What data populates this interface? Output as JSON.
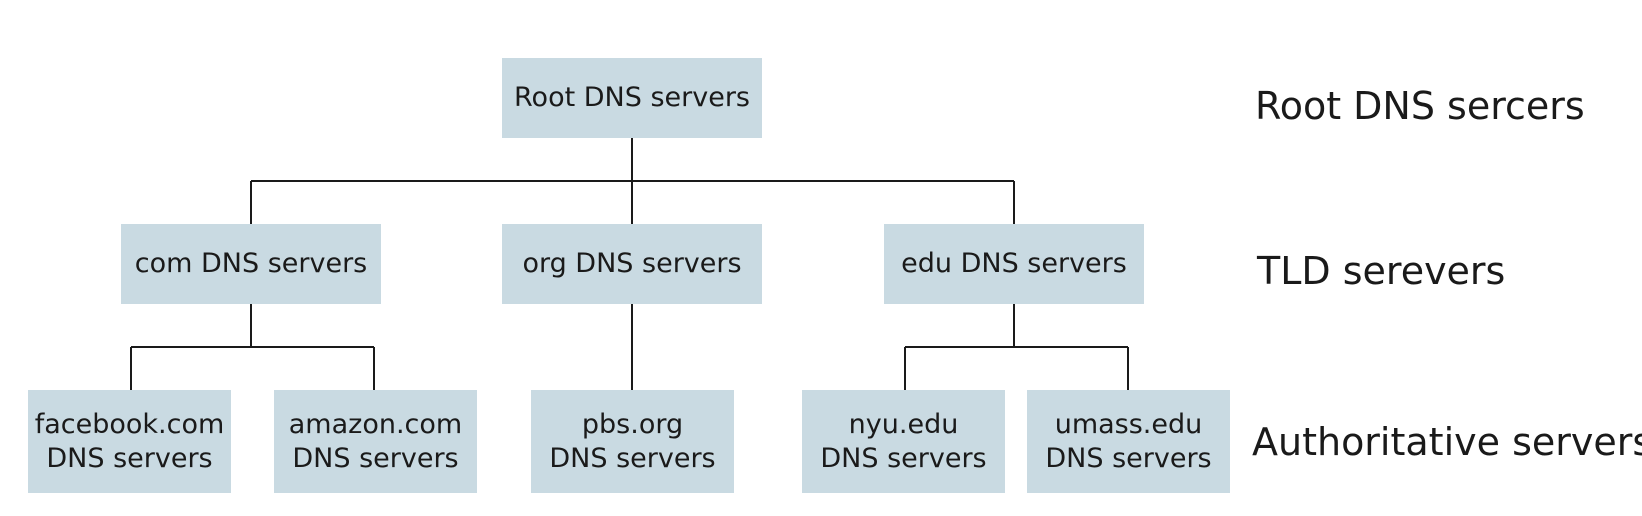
{
  "tiers": {
    "root": "Root DNS sercers",
    "tld": "TLD serevers",
    "authoritative": "Authoritative servers"
  },
  "nodes": {
    "root": {
      "line1": "Root DNS servers"
    },
    "com": {
      "line1": "com DNS servers"
    },
    "org": {
      "line1": "org DNS servers"
    },
    "edu": {
      "line1": "edu DNS servers"
    },
    "facebook": {
      "line1": "facebook.com",
      "line2": "DNS servers"
    },
    "amazon": {
      "line1": "amazon.com",
      "line2": "DNS servers"
    },
    "pbs": {
      "line1": "pbs.org",
      "line2": "DNS servers"
    },
    "nyu": {
      "line1": "nyu.edu",
      "line2": "DNS servers"
    },
    "umass": {
      "line1": "umass.edu",
      "line2": "DNS servers"
    }
  },
  "edges": [
    {
      "from": "root",
      "to": "com"
    },
    {
      "from": "root",
      "to": "org"
    },
    {
      "from": "root",
      "to": "edu"
    },
    {
      "from": "com",
      "to": "facebook"
    },
    {
      "from": "com",
      "to": "amazon"
    },
    {
      "from": "org",
      "to": "pbs"
    },
    {
      "from": "edu",
      "to": "nyu"
    },
    {
      "from": "edu",
      "to": "umass"
    }
  ],
  "colors": {
    "node_fill": "#c9dae2",
    "line": "#1a1a1a",
    "text": "#1a1a1a"
  }
}
